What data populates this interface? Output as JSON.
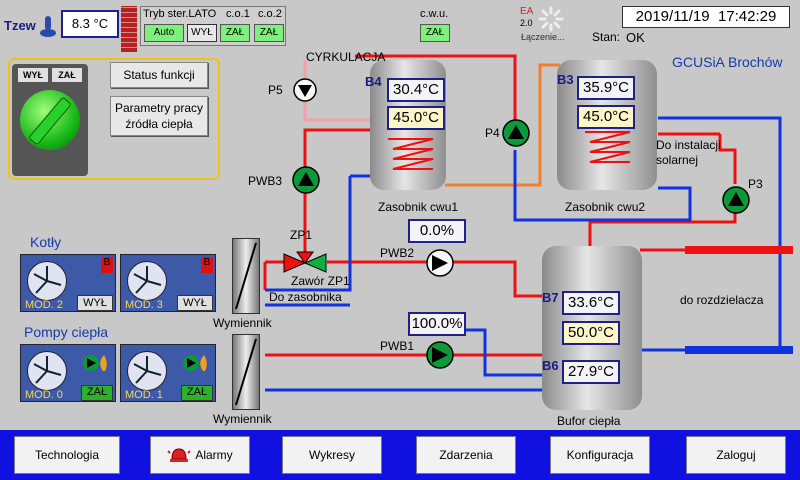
{
  "header": {
    "tzew_label": "Tzew",
    "tzew_value": "8.3",
    "tzew_unit": "°C",
    "tryb_label": "Tryb ster.LATO",
    "co1_label": "c.o.1",
    "co2_label": "c.o.2",
    "cwu_label": "c.w.u.",
    "auto_label": "Auto",
    "wyl_label": "WYŁ",
    "zal1_label": "ZAŁ",
    "zal2_label": "ZAŁ",
    "cwu_zal_label": "ZAŁ",
    "ea_label": "EA",
    "version": "2.0",
    "connecting": "Łączenie...",
    "datetime": "2019/11/19  17:42:29",
    "stan_label": "Stan:",
    "stan_value": "OK",
    "location": "GCUSiA Brochów"
  },
  "control_panel": {
    "wyl": "WYŁ",
    "zal": "ZAŁ",
    "status_button": "Status funkcji",
    "params_button": "Parametry pracy źródła ciepła"
  },
  "tanks": {
    "b4": {
      "tag": "B4",
      "temp": "30.4°C",
      "set": "45.0°C",
      "name": "Zasobnik cwu1"
    },
    "b3": {
      "tag": "B3",
      "temp": "35.9°C",
      "set": "45.0°C",
      "name": "Zasobnik cwu2"
    },
    "b7": {
      "tag": "B7",
      "temp": "33.6°C",
      "set": "50.0°C"
    },
    "b6": {
      "tag": "B6",
      "temp": "27.9°C"
    },
    "buffer_name": "Bufor ciepła"
  },
  "labels": {
    "cyrkulacja": "CYRKULACJA",
    "p5": "P5",
    "p4": "P4",
    "p3": "P3",
    "pwb3": "PWB3",
    "zp1": "ZP1",
    "pwb2": "PWB2",
    "pwb1": "PWB1",
    "pwb2_value": "0.0%",
    "pwb1_value": "100.0%",
    "zawor": "Zawór ZP1",
    "do_zasobnika": "Do zasobnika",
    "do_instalacji": "Do instalacji solarnej",
    "do_rozdzielacza": "do rozdzielacza",
    "kotly": "Kotły",
    "pompy": "Pompy ciepła",
    "wymiennik1": "Wymiennik",
    "wymiennik2": "Wymiennik"
  },
  "units": {
    "boiler1": {
      "mod": "MOD. 2",
      "state": "WYŁ"
    },
    "boiler2": {
      "mod": "MOD. 3",
      "state": "WYŁ"
    },
    "hp1": {
      "mod": "MOD. 0",
      "state": "ZAŁ"
    },
    "hp2": {
      "mod": "MOD. 1",
      "state": "ZAŁ"
    },
    "fault_marker": "B"
  },
  "nav": [
    "Technologia",
    "Alarmy",
    "Wykresy",
    "Zdarzenia",
    "Konfiguracja",
    "Zaloguj"
  ],
  "colors": {
    "supply": "#ee1111",
    "return": "#1133dd",
    "nav_bar": "#1010e0",
    "pump_green": "#0a9a3a"
  }
}
